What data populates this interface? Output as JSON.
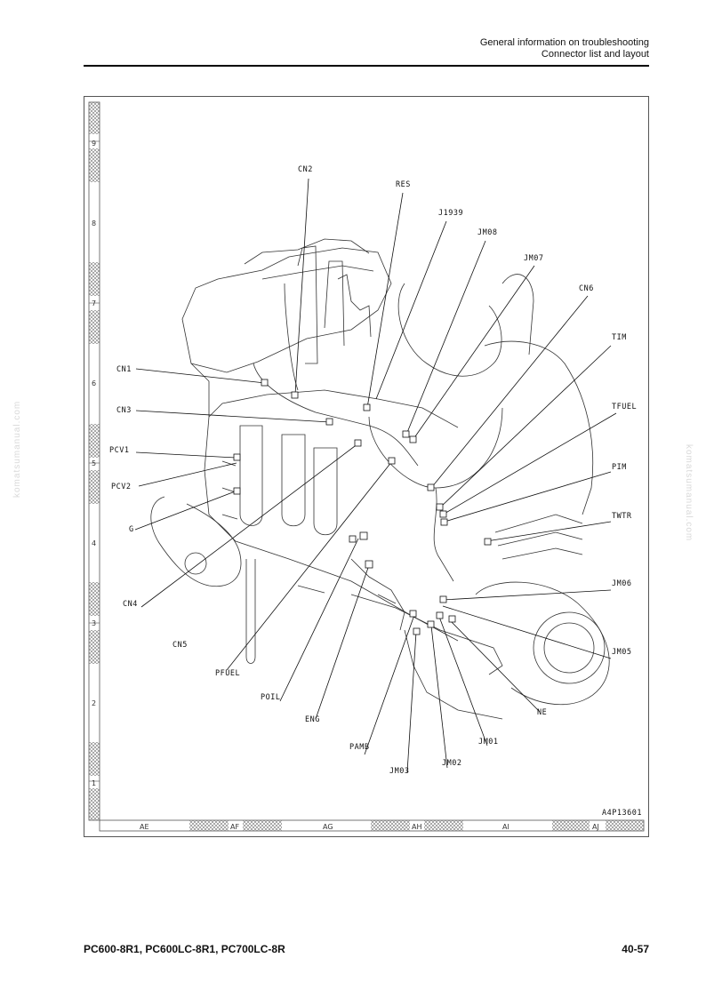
{
  "header": {
    "line1": "General information on troubleshooting",
    "line2": "Connector list and layout"
  },
  "figure": {
    "code": "A4P13601",
    "labels": {
      "cn2": "CN2",
      "res": "RES",
      "j1939": "J1939",
      "jm08": "JM08",
      "jm07": "JM07",
      "cn6": "CN6",
      "tim": "TIM",
      "tfuel": "TFUEL",
      "pim": "PIM",
      "twtr": "TWTR",
      "jm06": "JM06",
      "jm05": "JM05",
      "ne": "NE",
      "jm01": "JM01",
      "jm02": "JM02",
      "jm03": "JM03",
      "pamb": "PAMB",
      "eng": "ENG",
      "poil": "POIL",
      "pfuel": "PFUEL",
      "cn5": "CN5",
      "cn4": "CN4",
      "g": "G",
      "pcv2": "PCV2",
      "pcv1": "PCV1",
      "cn3": "CN3",
      "cn1": "CN1"
    },
    "rows": [
      "9",
      "8",
      "7",
      "6",
      "5",
      "4",
      "3",
      "2",
      "1"
    ],
    "columns": [
      "AE",
      "AF",
      "AG",
      "AH",
      "AI",
      "AJ"
    ]
  },
  "watermark": "komatsumanual.com",
  "footer": {
    "models": "PC600-8R1, PC600LC-8R1, PC700LC-8R",
    "page": "40-57"
  }
}
